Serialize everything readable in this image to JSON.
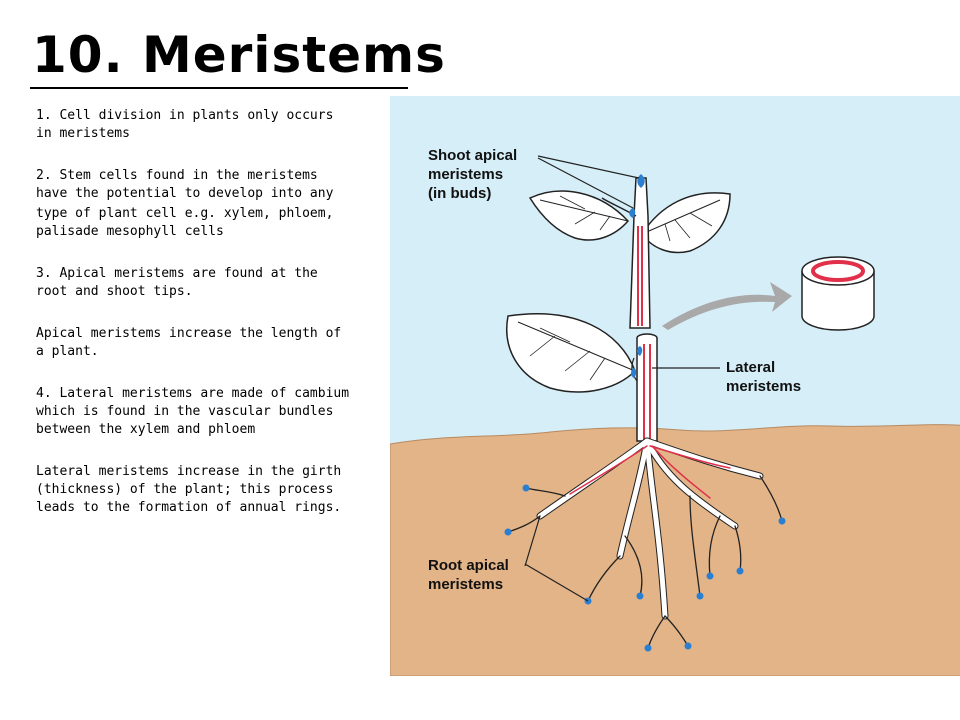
{
  "title": "10. Meristems",
  "paragraphs": [
    "1. Cell division in plants only occurs in meristems",
    "2. Stem cells found in the meristems have the potential to develop into any",
    "type of plant cell e.g. xylem, phloem, palisade mesophyll cells",
    "3. Apical meristems are found at the root and shoot tips.",
    "Apical meristems increase the length of a plant.",
    "4. Lateral meristems are made of cambium which is found in the vascular bundles between the xylem and phloem",
    "Lateral meristems increase in the girth (thickness) of the plant; this process leads to the formation of annual rings."
  ],
  "diagram": {
    "shoot_label": [
      "Shoot apical",
      "meristems",
      "(in buds)"
    ],
    "lateral_label": [
      "Lateral",
      "meristems"
    ],
    "root_label": [
      "Root apical",
      "meristems"
    ],
    "colors": {
      "sky": "#d6eef8",
      "soil": "#e2b488",
      "vascular": "#e0304a",
      "meristem": "#2a7fd0"
    }
  }
}
